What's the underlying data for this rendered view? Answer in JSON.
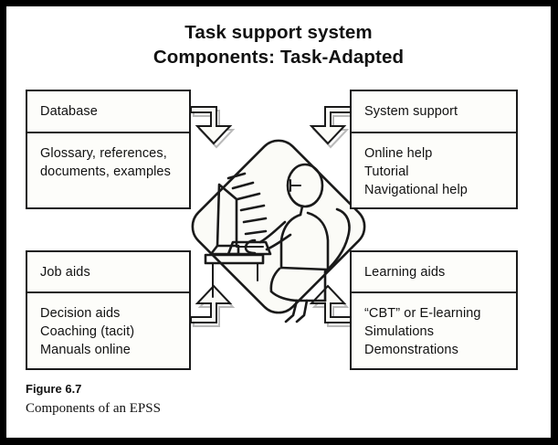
{
  "figure": {
    "title_line1": "Task support system",
    "title_line2": "Components: Task-Adapted",
    "caption_label": "Figure 6.7",
    "caption_text": "Components of an EPSS",
    "frame_color": "#000000",
    "page_color": "#ffffff",
    "line_color": "#1a1a1a",
    "box_fill": "#fdfdfa"
  },
  "nodes": {
    "database": {
      "header": "Database",
      "lines": [
        "Glossary, references,",
        "documents, examples"
      ]
    },
    "system_support": {
      "header": "System support",
      "lines": [
        "Online help",
        "Tutorial",
        "Navigational help"
      ]
    },
    "job_aids": {
      "header": "Job aids",
      "lines": [
        "Decision aids",
        "Coaching (tacit)",
        "Manuals online"
      ]
    },
    "learning_aids": {
      "header": "Learning aids",
      "lines": [
        "“CBT” or E-learning",
        "Simulations",
        "Demonstrations"
      ]
    }
  },
  "center": {
    "shape": "rounded-diamond",
    "illustration": "person-at-computer-workstation"
  },
  "arrows": [
    {
      "name": "database-to-center",
      "from": "database",
      "to": "center",
      "direction": "down"
    },
    {
      "name": "system-support-to-center",
      "from": "system_support",
      "to": "center",
      "direction": "down"
    },
    {
      "name": "job-aids-to-center",
      "from": "job_aids",
      "to": "center",
      "direction": "up"
    },
    {
      "name": "learning-aids-to-center",
      "from": "learning_aids",
      "to": "center",
      "direction": "up"
    }
  ]
}
